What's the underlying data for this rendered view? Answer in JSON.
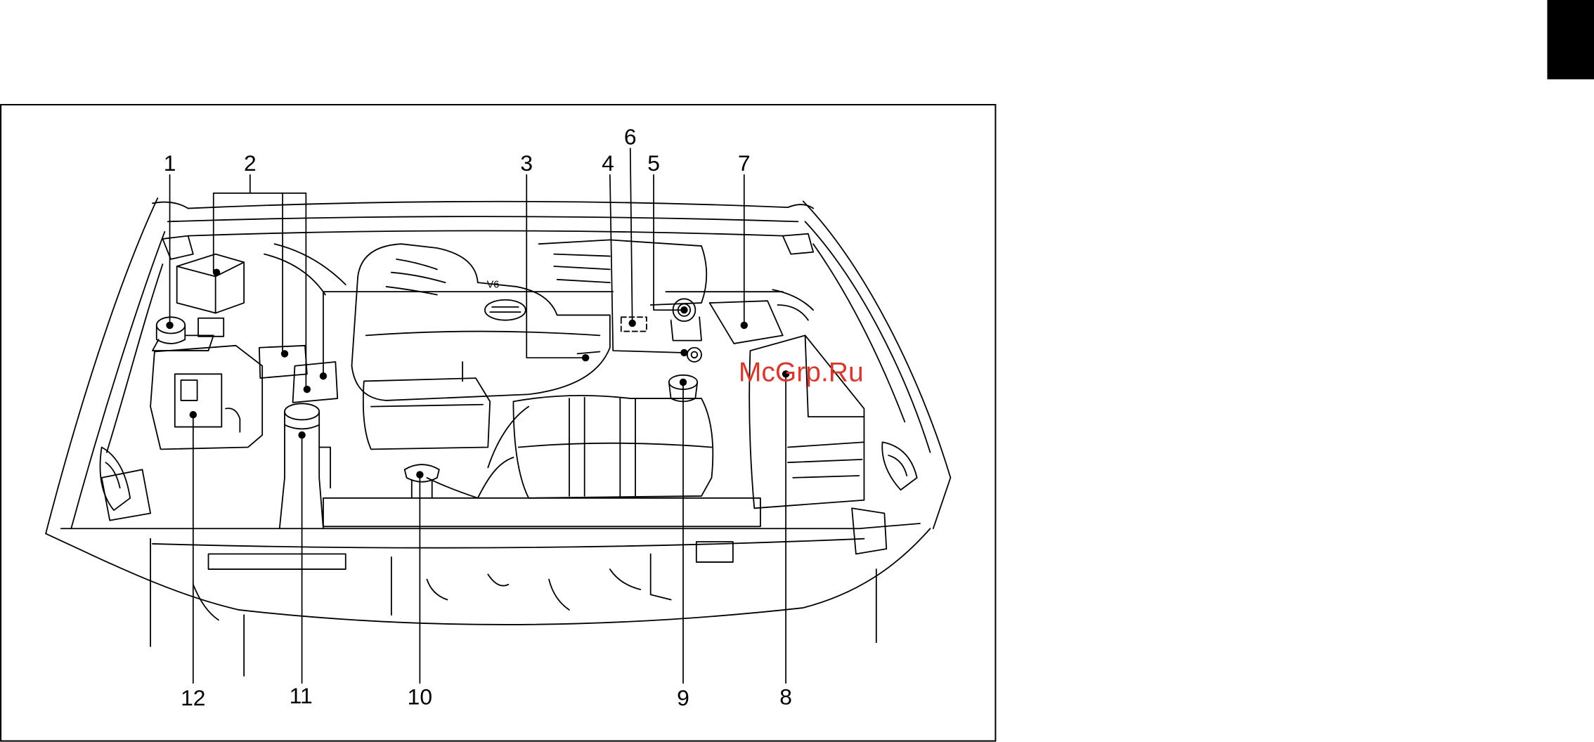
{
  "callouts": [
    "1",
    "2",
    "3",
    "4",
    "5",
    "6",
    "7",
    "8",
    "9",
    "10",
    "11",
    "12"
  ],
  "engine_cover_mark": "V6",
  "watermark": "McGrp.Ru",
  "colors": {
    "ink": "#000000",
    "background": "#ffffff",
    "corner_tab": "#000000",
    "watermark": "#d8392f"
  }
}
